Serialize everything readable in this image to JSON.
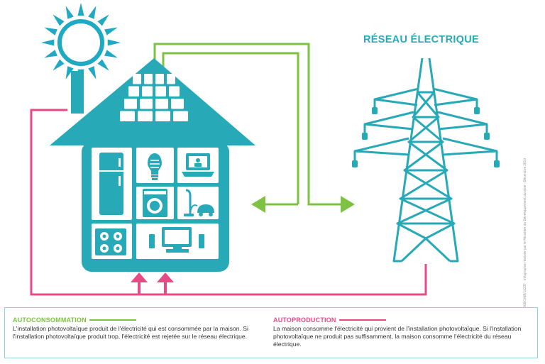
{
  "grid_title": "RÉSEAU ÉLECTRIQUE",
  "credit": "DICOM-DGEC/INF/14237 - Infographie réalisée par le Ministère du Développement durable - Décembre 2014",
  "colors": {
    "teal": "#27a9b8",
    "green": "#7dc242",
    "pink": "#e84a86",
    "sun": "#1fa9c2",
    "legend_border": "#8fd0da"
  },
  "legend": {
    "autoconsommation": {
      "title": "AUTOCONSOMMATION",
      "text": "L'installation photovoltaïque produit de l'électricité qui est consommée par la maison. Si l'installation photovoltaïque produit trop, l'électricité est rejetée sur le réseau électrique."
    },
    "autoproduction": {
      "title": "AUTOPRODUCTION",
      "text": "La maison consomme l'électricité qui provient de l'installation photovoltaïque. Si l'installation photovoltaïque ne produit pas suffisamment, la maison consomme l'électricité du réseau électrique."
    }
  },
  "icons": [
    "sun-icon",
    "solar-panel-icon",
    "house-icon",
    "fridge-icon",
    "light-bulb-icon",
    "laptop-icon",
    "washing-machine-icon",
    "vacuum-cleaner-icon",
    "cooktop-icon",
    "tv-icon",
    "transmission-tower-icon"
  ]
}
